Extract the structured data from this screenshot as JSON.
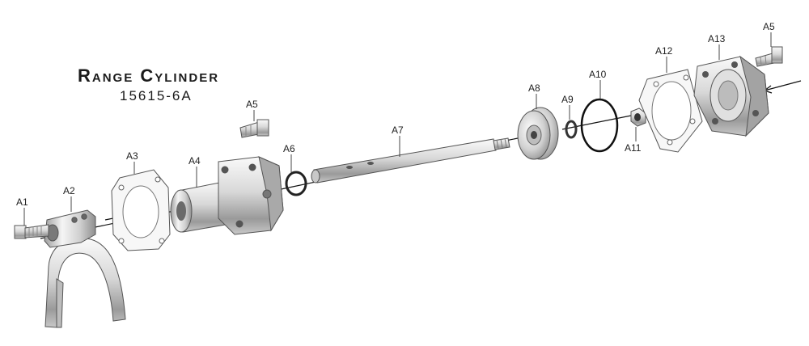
{
  "title": "Range Cylinder",
  "part_number": "15615-6A",
  "parts": [
    {
      "id": "A1"
    },
    {
      "id": "A2"
    },
    {
      "id": "A3"
    },
    {
      "id": "A4"
    },
    {
      "id": "A5"
    },
    {
      "id": "A6"
    },
    {
      "id": "A7"
    },
    {
      "id": "A8"
    },
    {
      "id": "A9"
    },
    {
      "id": "A10"
    },
    {
      "id": "A11"
    },
    {
      "id": "A12"
    },
    {
      "id": "A13"
    },
    {
      "id": "A5"
    }
  ],
  "colors": {
    "metal_light": "#f2f2f2",
    "metal_mid": "#c9c9c9",
    "metal_dark": "#8a8a8a",
    "outline": "#555555",
    "line": "#111111"
  }
}
